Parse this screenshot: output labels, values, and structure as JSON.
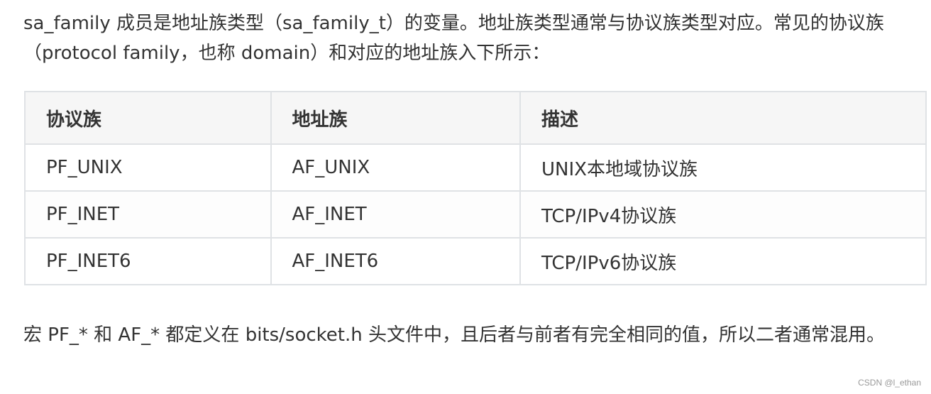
{
  "intro": {
    "text": "sa_family 成员是地址族类型（sa_family_t）的变量。地址族类型通常与协议族类型对应。常见的协议族（protocol family，也称 domain）和对应的地址族入下所示："
  },
  "table": {
    "headers": [
      "协议族",
      "地址族",
      "描述"
    ],
    "rows": [
      [
        "PF_UNIX",
        "AF_UNIX",
        "UNIX本地域协议族"
      ],
      [
        "PF_INET",
        "AF_INET",
        "TCP/IPv4协议族"
      ],
      [
        "PF_INET6",
        "AF_INET6",
        "TCP/IPv6协议族"
      ]
    ]
  },
  "outro": {
    "text": "宏 PF_* 和 AF_* 都定义在 bits/socket.h 头文件中，且后者与前者有完全相同的值，所以二者通常混用。"
  },
  "watermark": {
    "text": "CSDN @l_ethan"
  }
}
